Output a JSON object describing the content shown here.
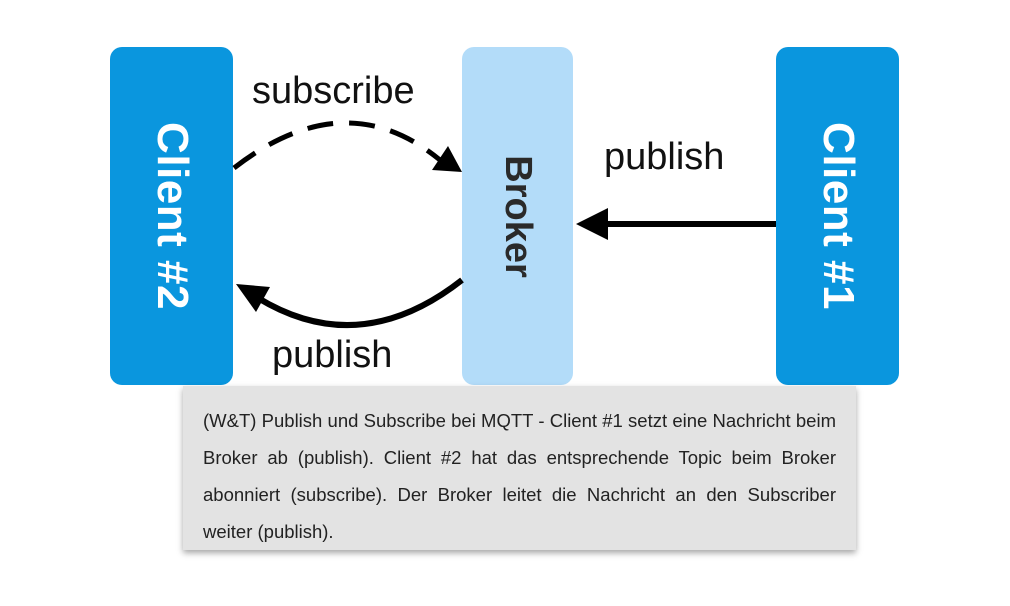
{
  "diagram": {
    "client2": {
      "label": "Client #2"
    },
    "broker": {
      "label": "Broker"
    },
    "client1": {
      "label": "Client #1"
    },
    "arrows": {
      "subscribe": "subscribe",
      "publish_to_broker": "publish",
      "publish_to_client2": "publish"
    }
  },
  "caption": {
    "text": "(W&T) Publish und Subscribe bei MQTT - Client #1 setzt eine Nachricht beim Broker ab (publish). Client #2 hat das entsprechende Topic beim Broker abonniert (subscribe). Der Broker leitet die Nachricht an den Subscriber weiter (publish)."
  },
  "colors": {
    "client": "#0a96de",
    "broker": "#b3dcf9",
    "caption_bg": "#e3e3e3",
    "arrow": "#000000"
  }
}
